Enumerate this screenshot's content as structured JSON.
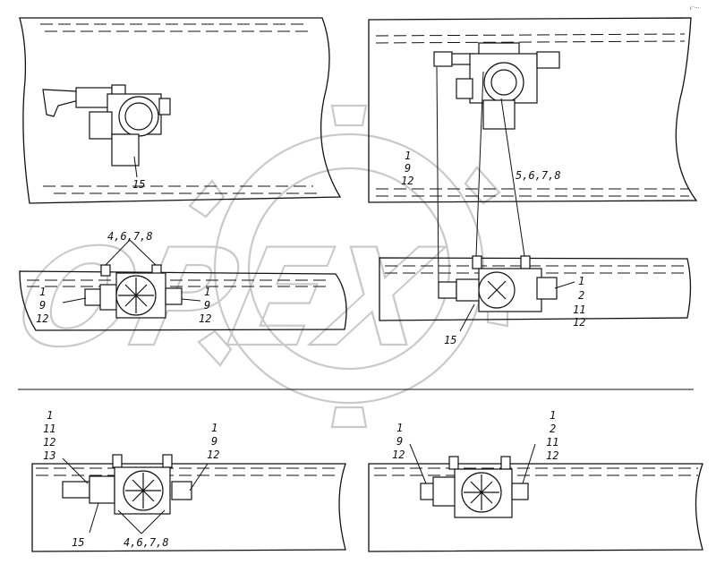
{
  "watermark": {
    "text": "OPEX"
  },
  "corner_mark": "ı⁻···",
  "views": {
    "top_left": {
      "labels": [
        "15"
      ]
    },
    "top_right": {
      "labels": [
        "1",
        "9",
        "12",
        "5,6,7,8",
        "1",
        "2",
        "11",
        "12",
        "15"
      ]
    },
    "middle_left": {
      "labels": [
        "4,6,7,8",
        "1",
        "9",
        "12",
        "1",
        "9",
        "12"
      ]
    },
    "bottom_left": {
      "labels": [
        "1",
        "11",
        "12",
        "13",
        "1",
        "9",
        "12",
        "15",
        "4,6,7,8"
      ]
    },
    "bottom_right": {
      "labels": [
        "1",
        "9",
        "12",
        "1",
        "2",
        "11",
        "12"
      ]
    }
  }
}
